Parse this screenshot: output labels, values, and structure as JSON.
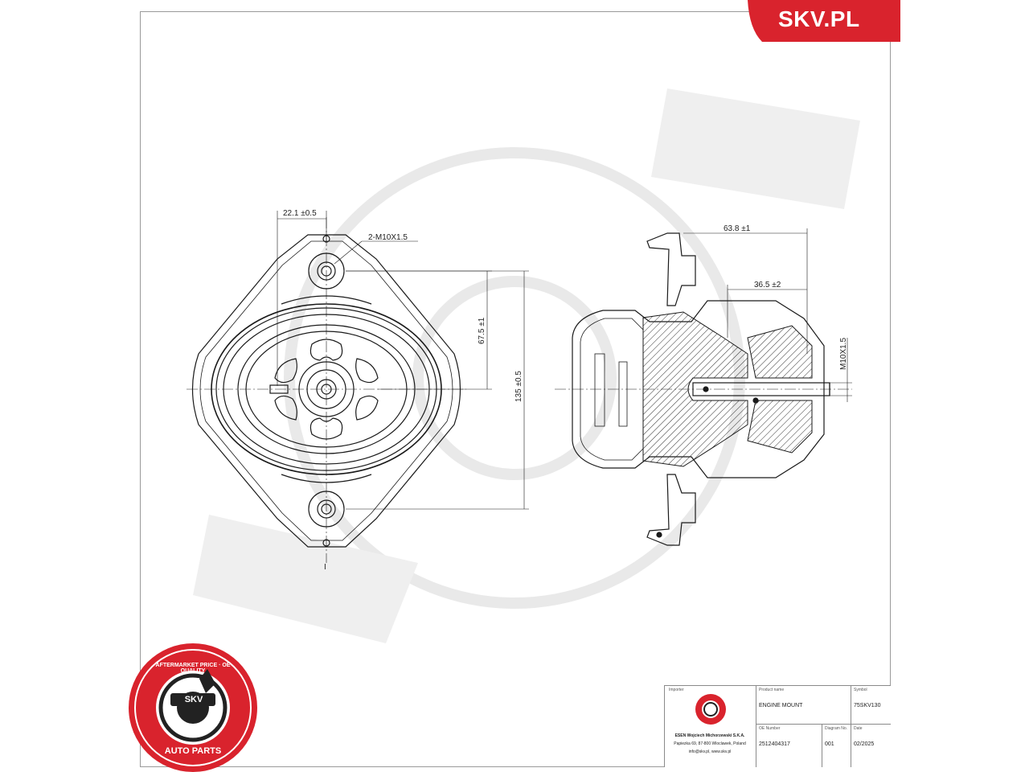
{
  "brand": {
    "tag": "SKV.PL",
    "seal_ring_text": "AFTERMARKET PRICE · OE QUALITY",
    "seal_center": "SKV",
    "seal_bottom_text": "AUTO PARTS"
  },
  "front_view": {
    "dim_top": "22.1 ±0.5",
    "thread_callout": "2-M10X1.5",
    "dim_inner": "67.5 ±1",
    "dim_outer": "135 ±0.5",
    "section_mark": "I"
  },
  "side_view": {
    "dim_overall": "63.8 ±1",
    "dim_stud": "36.5 ±2",
    "thread": "M10X1.5"
  },
  "title_block": {
    "importer_label": "Importer",
    "product_label": "Product name",
    "product_value": "ENGINE MOUNT",
    "symbol_label": "Symbol",
    "symbol_value": "75SKV130",
    "oe_label": "OE Number",
    "oe_value": "2512404317",
    "diagram_label": "Diagram No.",
    "diagram_value": "001",
    "date_label": "Date",
    "date_value": "02/2025",
    "company_name": "ESEN Wojciech Michorzewski S.K.A.",
    "company_address": "Papiezka 69, 87-800 Wloclawek, Poland",
    "company_contact": "info@skv.pl, www.skv.pl"
  },
  "colors": {
    "brand_red": "#d9232d",
    "line": "#1a1a1a",
    "watermark": "#e6e6e6"
  }
}
